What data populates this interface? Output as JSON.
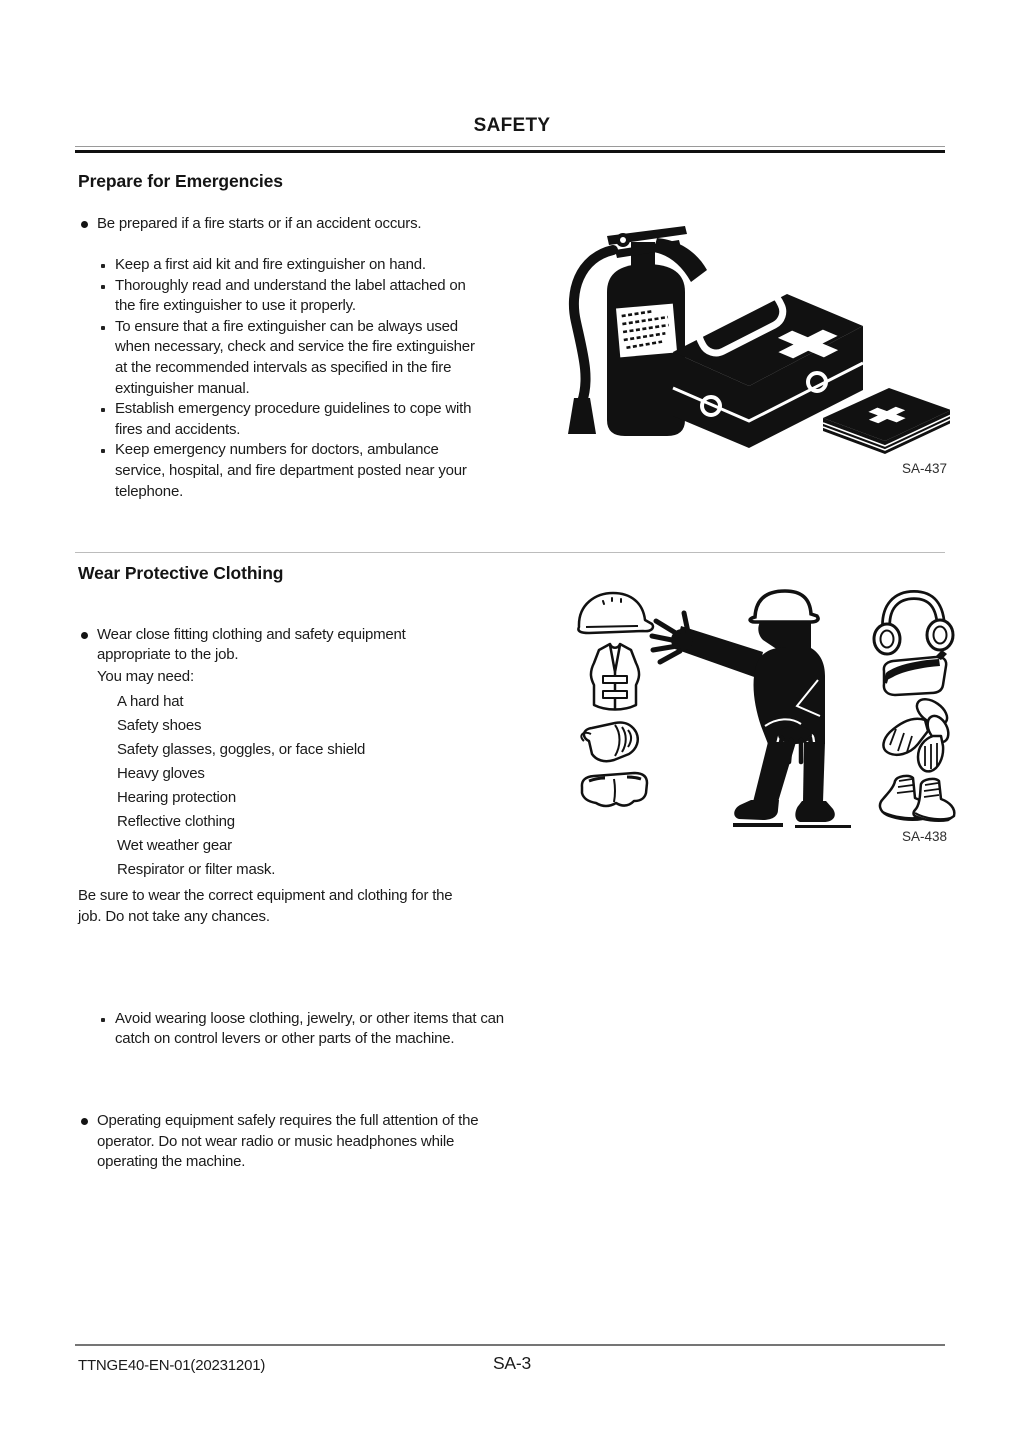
{
  "header": {
    "title": "SAFETY"
  },
  "sections": {
    "emergencies": {
      "heading": "Prepare for Emergencies",
      "lead_bullet": "Be prepared if a fire starts or if an accident occurs.",
      "sub_bullets": [
        "Keep a first aid kit and fire extinguisher on hand.",
        "Thoroughly read and understand the label attached on the fire extinguisher to use it properly.",
        "To ensure that a fire extinguisher can be always used when necessary, check and service the fire extinguisher at the recommended intervals as specified in the fire extinguisher manual.",
        "Establish emergency procedure guidelines to cope with fires and accidents.",
        "Keep emergency numbers for doctors, ambulance service, hospital, and fire department posted near your telephone."
      ],
      "figure_caption": "SA-437"
    },
    "clothing": {
      "heading": "Wear Protective Clothing",
      "lead_bullet": "Wear close fitting clothing and safety equipment appropriate to the job.",
      "need_intro": "You may need:",
      "need_items": [
        "A hard hat",
        "Safety shoes",
        "Safety glasses, goggles, or face shield",
        "Heavy gloves",
        "Hearing protection",
        "Reflective clothing",
        "Wet weather gear",
        "Respirator or filter mask."
      ],
      "paragraph": "Be sure to wear the correct equipment and clothing for the job. Do not take any chances.",
      "sub_bullet": "Avoid wearing loose clothing, jewelry, or other items that can catch on control levers or other parts of the machine.",
      "second_bullet": "Operating equipment safely requires the full attention of the operator. Do not wear radio or music headphones while operating the machine.",
      "figure_caption": "SA-438"
    }
  },
  "footer": {
    "doc_code": "TTNGE40-EN-01(20231201)",
    "page_number": "SA-3"
  }
}
